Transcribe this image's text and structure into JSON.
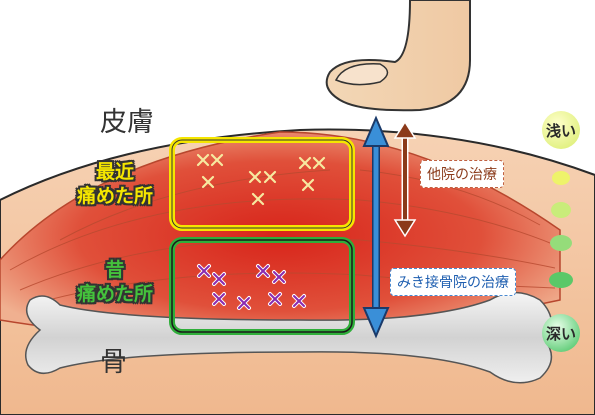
{
  "labels": {
    "skin": "皮膚",
    "bone": "骨",
    "recent_line1": "最近",
    "recent_line2": "痛めた所",
    "old_line1": "昔",
    "old_line2": "痛めた所",
    "other_clinic": "他院の治療",
    "our_clinic": "みき接骨院の治療",
    "shallow": "浅い",
    "deep": "深い"
  },
  "icons": {
    "finger": "finger-icon",
    "pain_mark": "cross-mark-icon"
  },
  "colors": {
    "recent_box": "#f5e600",
    "old_box": "#2fae3a",
    "recent_marks": "#f7e9a0",
    "old_marks": "#8a2bb0",
    "other_arrow": "#8b3a1a",
    "our_arrow": "#3a8fd8",
    "muscle": "#d9301f",
    "skin": "#f3c8a8",
    "bone": "#e6e6e6"
  }
}
